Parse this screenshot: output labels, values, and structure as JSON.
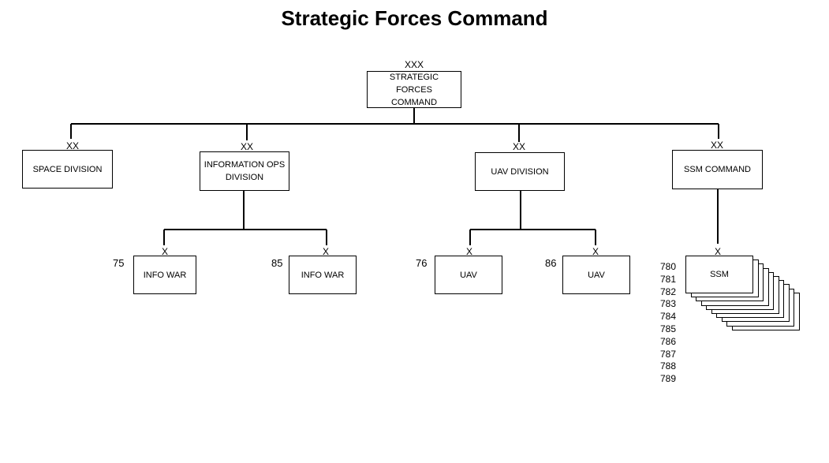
{
  "title": "Strategic Forces Command",
  "root": {
    "echelon": "XXX",
    "label_line1": "STRATEGIC FORCES",
    "label_line2": "COMMAND"
  },
  "divisions": {
    "space": {
      "echelon": "XX",
      "label": "SPACE DIVISION"
    },
    "info_ops": {
      "echelon": "XX",
      "label_line1": "INFORMATION OPS",
      "label_line2": "DIVISION"
    },
    "uav": {
      "echelon": "XX",
      "label": "UAV DIVISION"
    },
    "ssm": {
      "echelon": "XX",
      "label": "SSM COMMAND"
    }
  },
  "brigades": {
    "info_war_75": {
      "echelon": "X",
      "number": "75",
      "label": "INFO WAR"
    },
    "info_war_85": {
      "echelon": "X",
      "number": "85",
      "label": "INFO WAR"
    },
    "uav_76": {
      "echelon": "X",
      "number": "76",
      "label": "UAV"
    },
    "uav_86": {
      "echelon": "X",
      "number": "86",
      "label": "UAV"
    },
    "ssm": {
      "echelon": "X",
      "label": "SSM",
      "numbers": [
        "780",
        "781",
        "782",
        "783",
        "784",
        "785",
        "786",
        "787",
        "788",
        "789"
      ]
    }
  }
}
